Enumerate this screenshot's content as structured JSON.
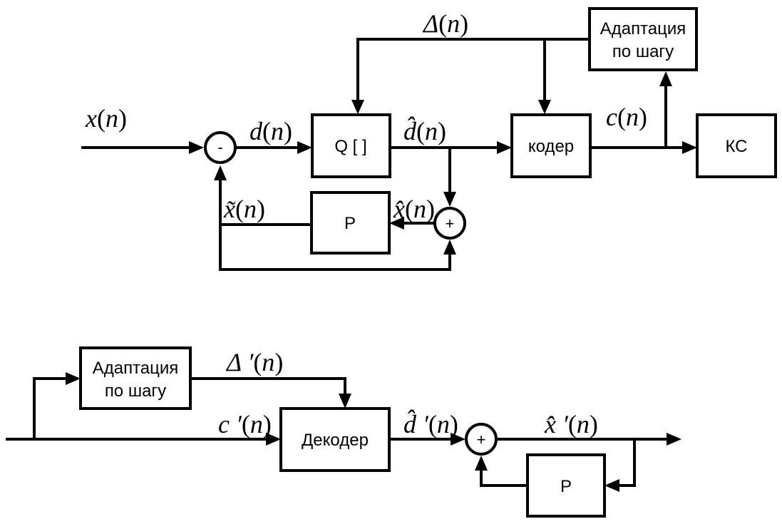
{
  "encoder": {
    "adaptation_line1": "Адаптация",
    "adaptation_line2": "по шагу",
    "quantizer": "Q [  ]",
    "coder": "кодер",
    "channel": "КС",
    "predictor": "P",
    "subtractor_sign": "-",
    "adder_sign": "+",
    "labels": {
      "x": "x",
      "d": "d",
      "dhat": "d̂",
      "c": "c",
      "delta": "Δ",
      "xtilde": "x̃",
      "xhat": "x̂"
    }
  },
  "decoder": {
    "adaptation_line1": "Адаптация",
    "adaptation_line2": "по шагу",
    "decoder": "Декодер",
    "predictor": "P",
    "adder_sign": "+",
    "labels": {
      "delta": "Δ ′",
      "c": "c ′",
      "dhat": "d̂ ′",
      "xhat": "x̂ ′"
    }
  }
}
